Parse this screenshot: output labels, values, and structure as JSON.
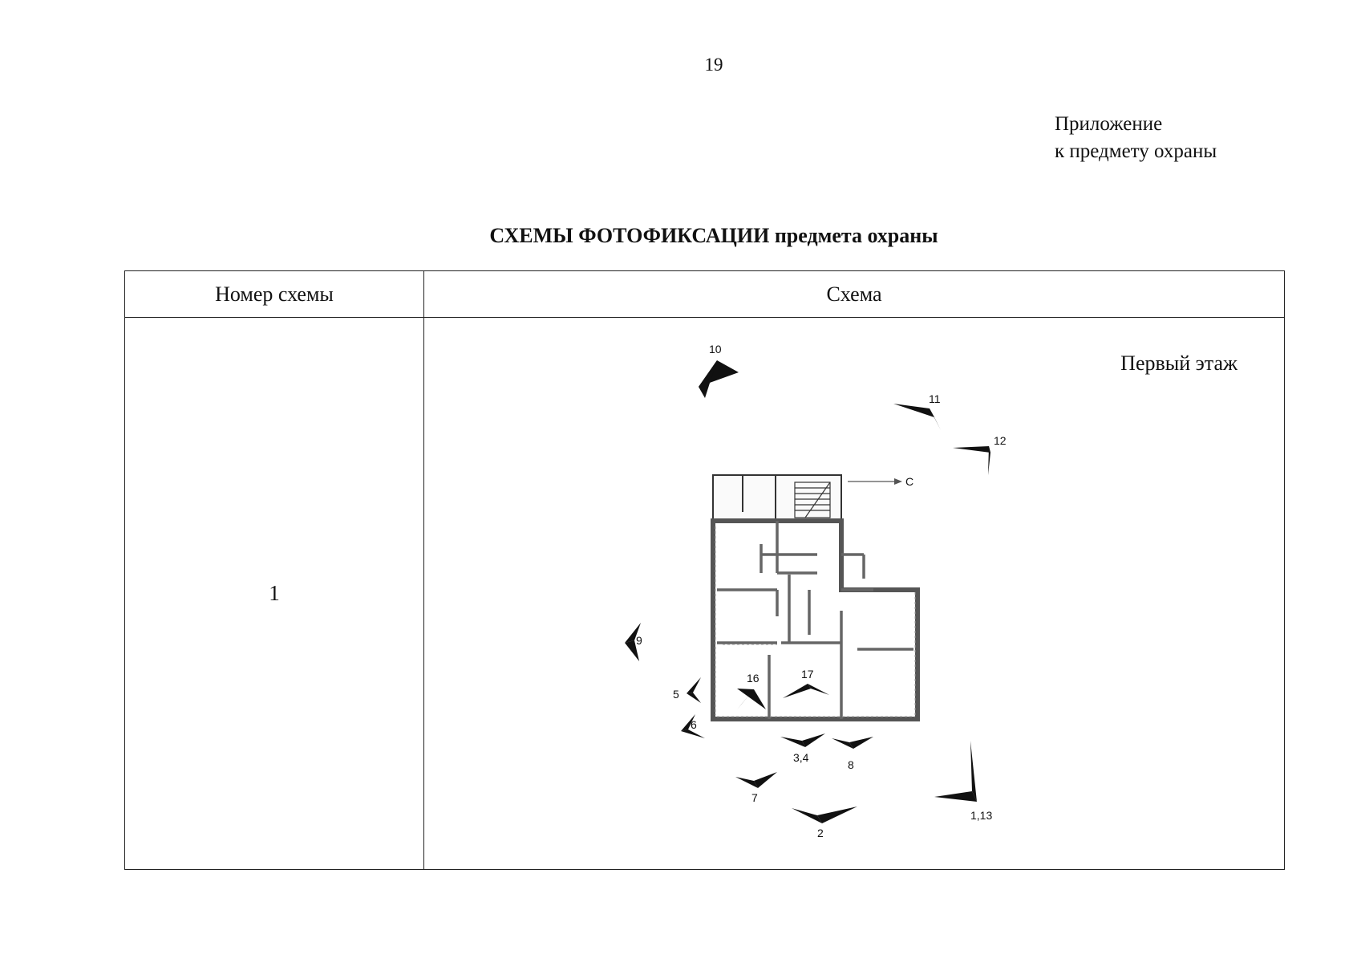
{
  "page": {
    "number": "19"
  },
  "appendix": {
    "line1": "Приложение",
    "line2": "к предмету охраны"
  },
  "title": {
    "bold": "СХЕМЫ ФОТОФИКСАЦИИ",
    "rest": "предмета охраны"
  },
  "table": {
    "headers": {
      "number": "Номер схемы",
      "scheme": "Схема"
    },
    "rows": [
      {
        "number": "1",
        "floor": "Первый этаж"
      }
    ]
  },
  "plan": {
    "north_label": "С",
    "markers": [
      "10",
      "11",
      "12",
      "9",
      "5",
      "6",
      "16",
      "17",
      "3,4",
      "8",
      "7",
      "2",
      "1,13"
    ]
  }
}
